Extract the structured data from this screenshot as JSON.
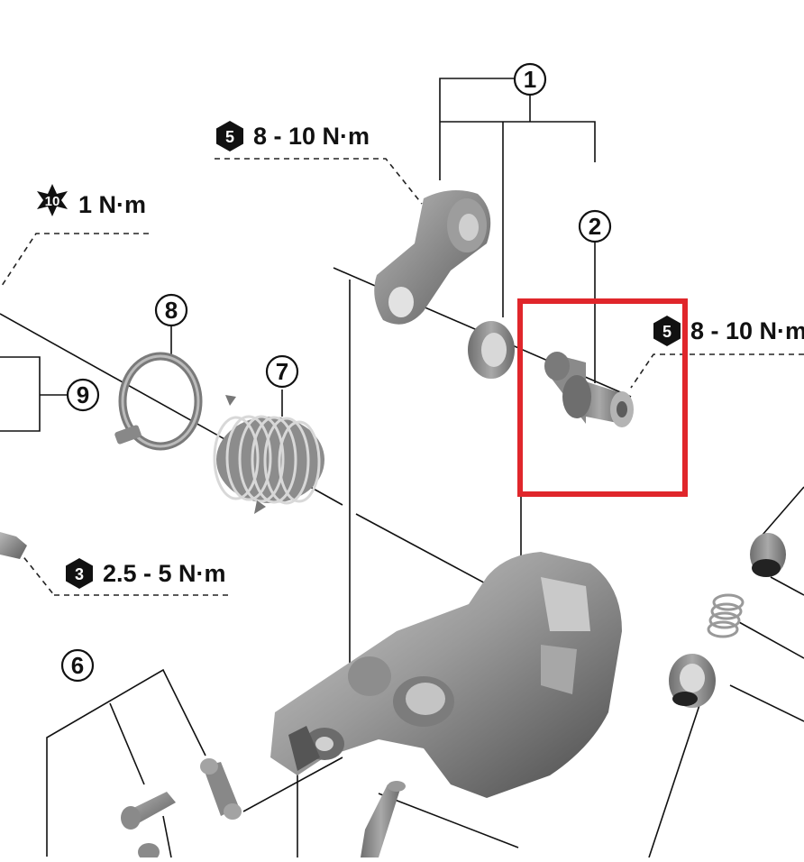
{
  "callouts": {
    "c1": "1",
    "c2": "2",
    "c6": "6",
    "c7": "7",
    "c8": "8",
    "c9": "9"
  },
  "torques": {
    "t1": {
      "tool": "5",
      "value": "8 - 10 N·m"
    },
    "t2": {
      "tool": "10",
      "value": "1 N·m"
    },
    "t3": {
      "tool": "5",
      "value": "8 - 10 N·m"
    },
    "t4": {
      "tool": "3",
      "value": "2.5 - 5 N·m"
    }
  },
  "highlight": {
    "color": "#e0262b"
  }
}
